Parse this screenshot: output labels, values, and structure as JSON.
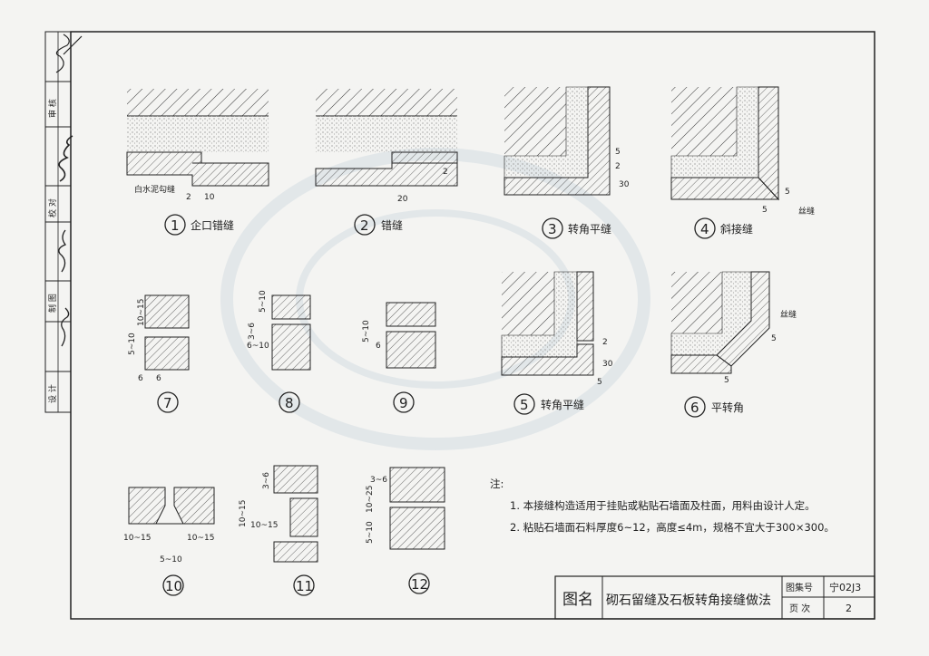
{
  "sidebar": {
    "labels": [
      "设 计",
      "制 图",
      "校 对",
      "审 核"
    ]
  },
  "details": [
    {
      "num": "1",
      "title": "企口错缝",
      "dims": [
        "白水泥勾缝",
        "2",
        "10"
      ]
    },
    {
      "num": "2",
      "title": "错缝",
      "dims": [
        "2",
        "20"
      ]
    },
    {
      "num": "3",
      "title": "转角平缝",
      "dims": [
        "5",
        "2",
        "30"
      ]
    },
    {
      "num": "4",
      "title": "斜接缝",
      "dims": [
        "5",
        "5",
        "丝缝"
      ]
    },
    {
      "num": "5",
      "title": "转角平缝",
      "dims": [
        "2",
        "30",
        "5"
      ]
    },
    {
      "num": "6",
      "title": "平转角",
      "dims": [
        "丝缝",
        "5",
        "5"
      ]
    },
    {
      "num": "7",
      "title": "",
      "dims": [
        "5~10",
        "10~15",
        "6",
        "6"
      ]
    },
    {
      "num": "8",
      "title": "",
      "dims": [
        "3~6",
        "5~10",
        "6~10"
      ]
    },
    {
      "num": "9",
      "title": "",
      "dims": [
        "5~10",
        "6"
      ]
    },
    {
      "num": "10",
      "title": "",
      "dims": [
        "10~15",
        "10~15",
        "5~10"
      ]
    },
    {
      "num": "11",
      "title": "",
      "dims": [
        "3~6",
        "10~15",
        "10~15"
      ]
    },
    {
      "num": "12",
      "title": "",
      "dims": [
        "3~6",
        "10~25",
        "5~10"
      ]
    }
  ],
  "notes": {
    "heading": "注:",
    "items": [
      "1. 本接缝构造适用于挂贴或粘贴石墙面及柱面，用料由设计人定。",
      "2. 粘贴石墙面石料厚度6~12，高度≤4m，规格不宜大于300×300。"
    ]
  },
  "title_block": {
    "name_label": "图名",
    "name_value": "砌石留缝及石板转角接缝做法",
    "set_label": "图集号",
    "set_value": "宁02J3",
    "page_label": "页 次",
    "page_value": "2"
  }
}
